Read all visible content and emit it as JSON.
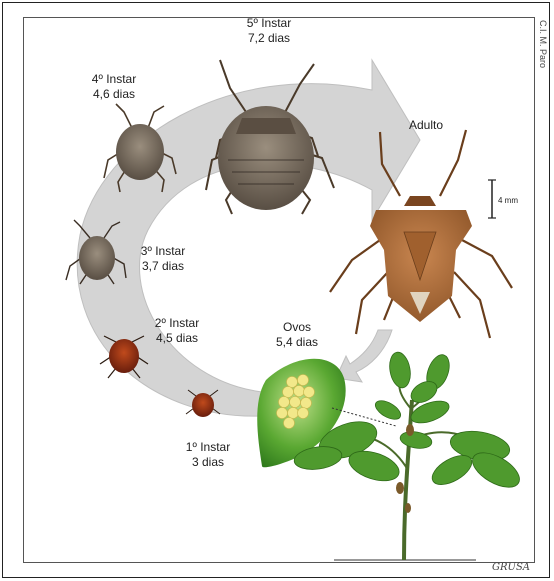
{
  "stages": [
    {
      "id": "instar5",
      "name": "5º Instar",
      "duration": "7,2 dias"
    },
    {
      "id": "instar4",
      "name": "4º Instar",
      "duration": "4,6 dias"
    },
    {
      "id": "instar3",
      "name": "3º Instar",
      "duration": "3,7 dias"
    },
    {
      "id": "instar2",
      "name": "2º Instar",
      "duration": "4,5 dias"
    },
    {
      "id": "instar1",
      "name": "1º Instar",
      "duration": "3 dias"
    },
    {
      "id": "eggs",
      "name": "Ovos",
      "duration": "5,4 dias"
    },
    {
      "id": "adult",
      "name": "Adulto"
    }
  ],
  "scale_bar": "4 mm",
  "credit": "C.I. M. Paro",
  "signature": "GRUSA",
  "colors": {
    "arrow": "#d4d4d4",
    "bug_brown": "#7a5a3a",
    "adult": "#b0703c",
    "nymph_red": "#8a2a12",
    "leaf": "#4f9a2e",
    "egg": "#f2e88a"
  }
}
